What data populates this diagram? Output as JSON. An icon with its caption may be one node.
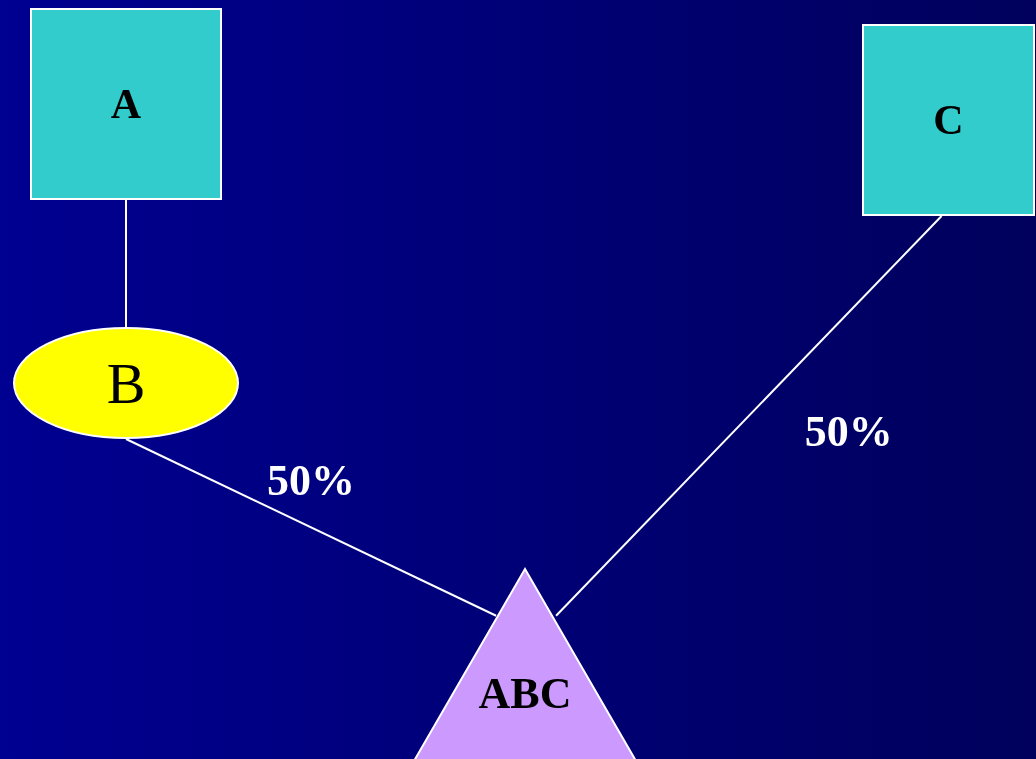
{
  "diagram": {
    "nodes": [
      {
        "text": [
          "A"
        ]
      },
      {
        "text": [
          "B"
        ]
      },
      {
        "text": [
          "C"
        ]
      },
      {
        "text": [
          "ABC"
        ]
      }
    ],
    "edges": [
      {
        "from": 0,
        "to": 1,
        "arrow": "none"
      },
      {
        "from": 1,
        "to": 3,
        "arrow": "none",
        "label": "50%"
      },
      {
        "from": 2,
        "to": 3,
        "arrow": "none",
        "label": "50%"
      }
    ]
  }
}
